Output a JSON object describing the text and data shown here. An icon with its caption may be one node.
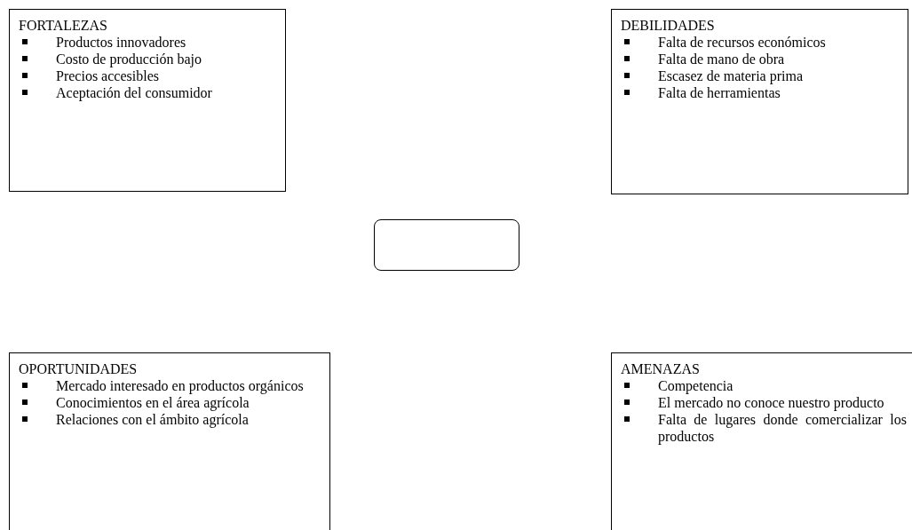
{
  "diagram": {
    "nodes": [
      {
        "text": [
          "FORTALEZAS",
          "Productos innovadores",
          "Costo de producción bajo",
          "Precios accesibles",
          "Aceptación del consumidor"
        ]
      },
      {
        "text": [
          "DEBILIDADES",
          "Falta de recursos económicos",
          "Falta de mano de obra",
          "Escasez de materia prima",
          "Falta de herramientas"
        ]
      },
      {
        "text": [],
        "shape": "box"
      },
      {
        "text": [
          "OPORTUNIDADES",
          "Mercado interesado en productos orgánicos",
          "Conocimientos en el área agrícola",
          "Relaciones con el ámbito agrícola"
        ]
      },
      {
        "text": [
          "AMENAZAS",
          "Competencia",
          "El mercado no conoce nuestro producto",
          "Falta de lugares donde comercializar los productos"
        ]
      }
    ]
  }
}
